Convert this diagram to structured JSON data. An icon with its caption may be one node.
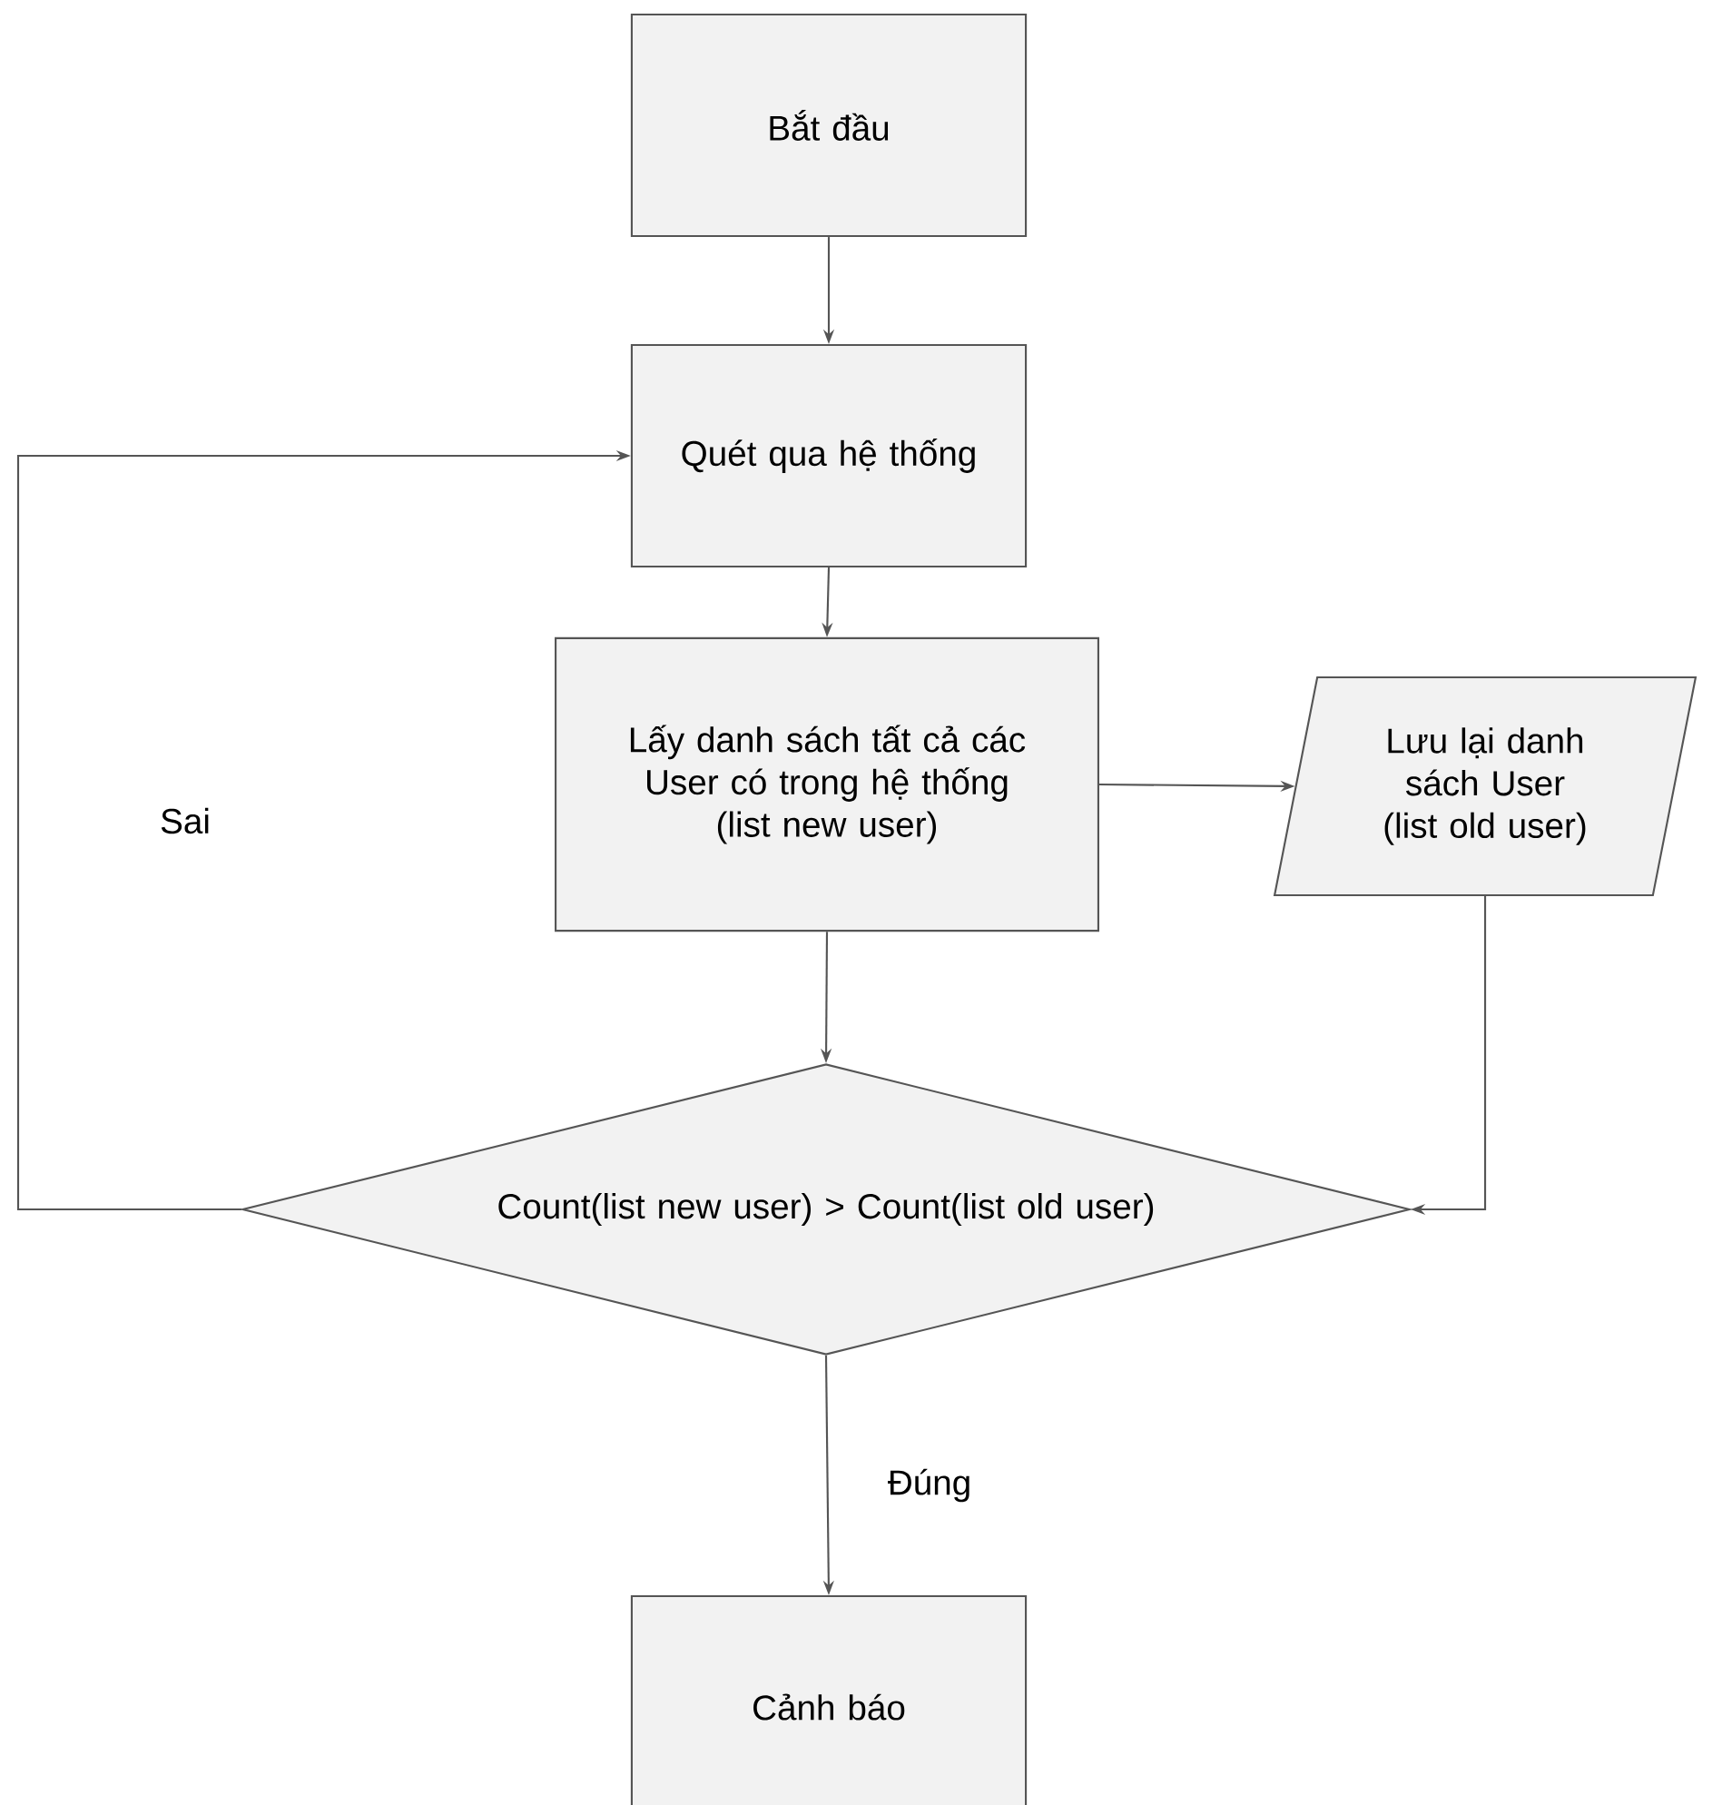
{
  "diagram": {
    "nodes": [
      {
        "text": [
          "Bắt đầu"
        ]
      },
      {
        "text": [
          "Quét qua hệ thống"
        ]
      },
      {
        "text": [
          "Lấy danh sách tất cả các User có trong hệ thống",
          "(list new user)"
        ]
      },
      {
        "text": [
          "Lưu lại danh sách User",
          "(list old user)"
        ]
      },
      {
        "text": [
          "Count(list new user) > Count(list old user)"
        ]
      },
      {
        "text": [
          "Cảnh báo"
        ]
      }
    ],
    "edges": [
      {
        "from": 0,
        "to": 1,
        "arrow": "to"
      },
      {
        "from": 1,
        "to": 2,
        "arrow": "to"
      },
      {
        "from": 2,
        "to": 3,
        "arrow": "to"
      },
      {
        "from": 2,
        "to": 4,
        "arrow": "to"
      },
      {
        "from": 3,
        "to": 4,
        "arrow": "to"
      },
      {
        "from": 4,
        "to": 1,
        "arrow": "to",
        "label": "Sai"
      },
      {
        "from": 4,
        "to": 5,
        "arrow": "to",
        "label": "Đúng"
      }
    ]
  }
}
